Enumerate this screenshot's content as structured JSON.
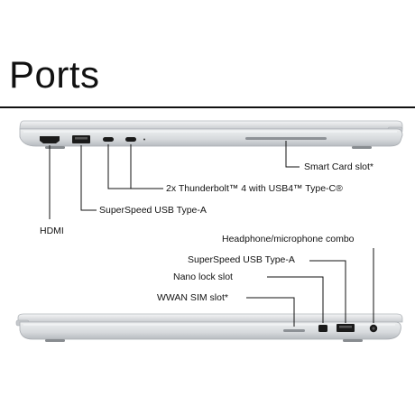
{
  "title": "Ports",
  "labels": {
    "smart_card": "Smart Card slot*",
    "thunderbolt": "2x Thunderbolt™ 4 with USB4™ Type-C®",
    "usb_a_left": "SuperSpeed USB Type-A",
    "hdmi": "HDMI",
    "headphone": "Headphone/microphone combo",
    "usb_a_right": "SuperSpeed USB Type-A",
    "nano_lock": "Nano lock slot",
    "wwan_sim": "WWAN SIM slot*"
  }
}
